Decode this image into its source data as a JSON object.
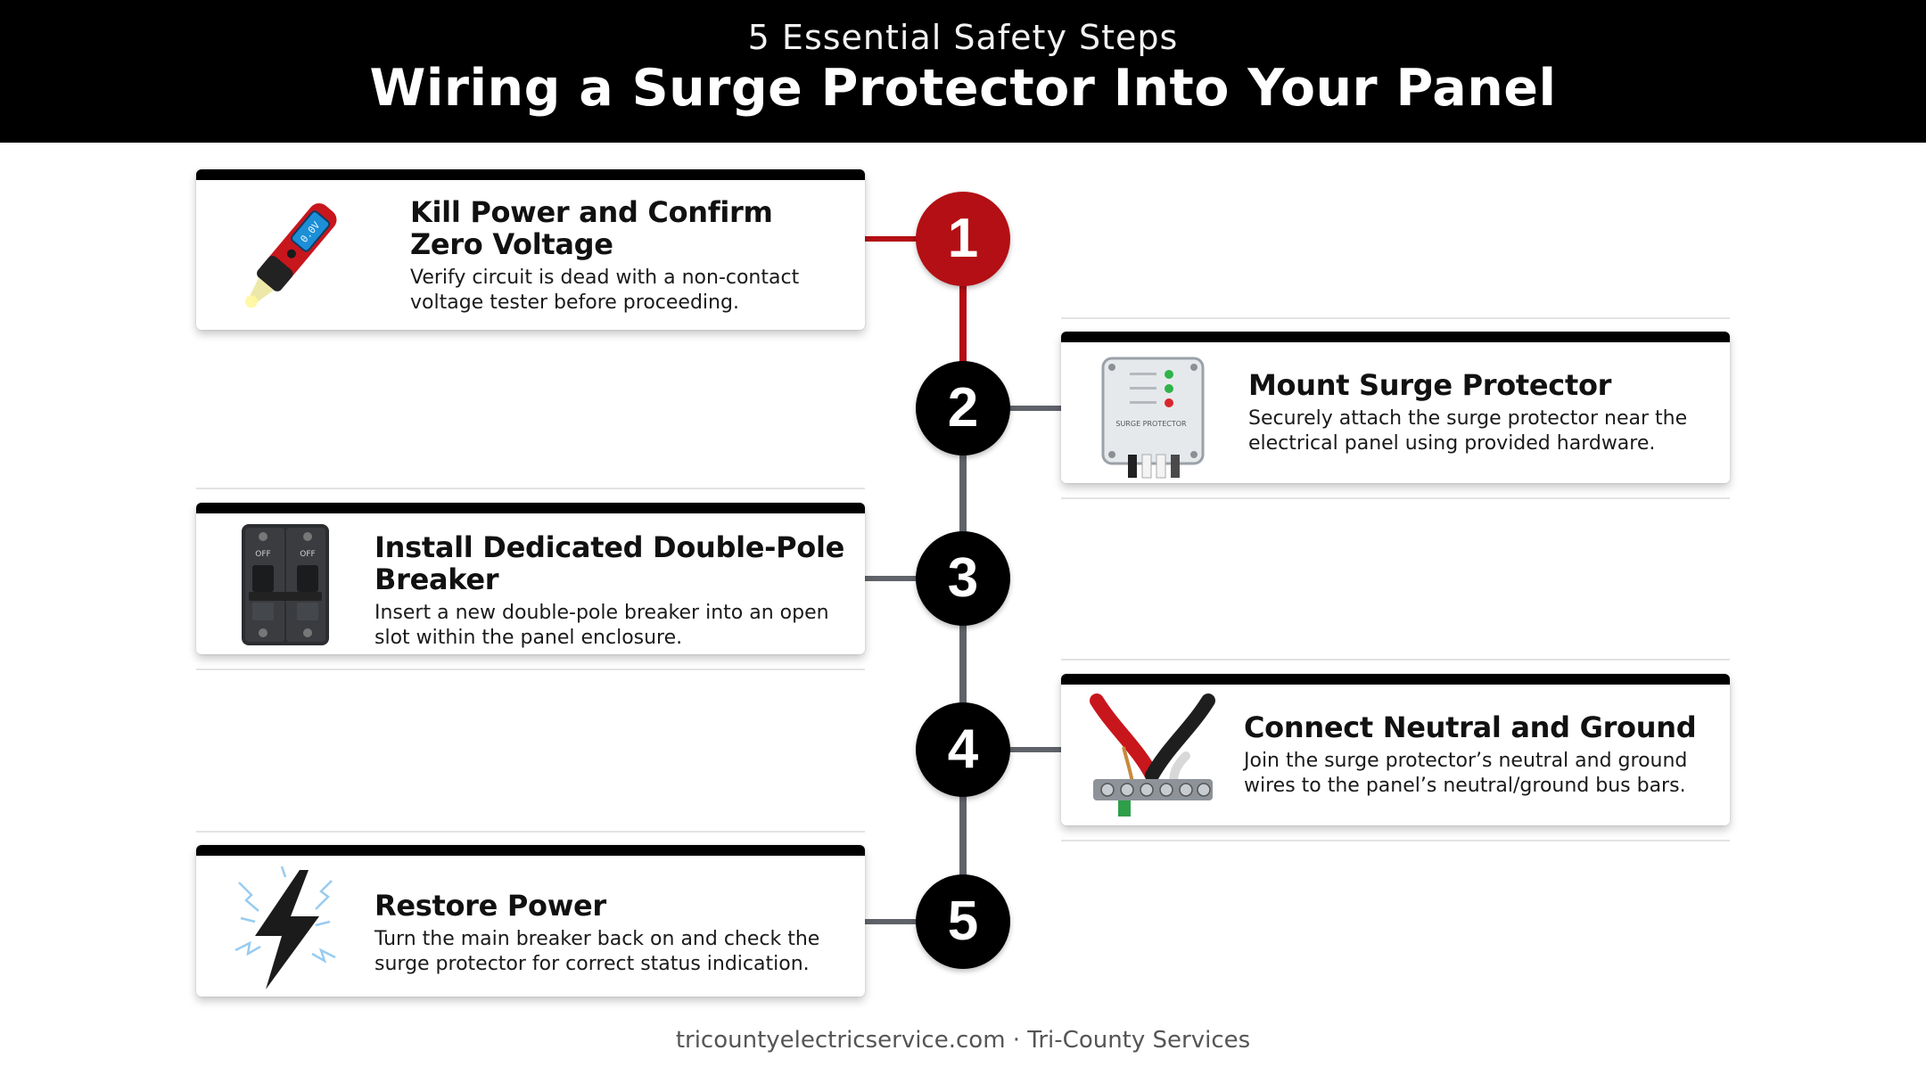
{
  "header": {
    "subtitle": "5 Essential Safety Steps",
    "title": "Wiring a Surge Protector Into Your Panel"
  },
  "steps": [
    {
      "number": "1",
      "title": "Kill Power and Confirm Zero Voltage",
      "description": "Verify circuit is dead with a non-contact voltage tester before proceeding.",
      "icon": "voltage-tester-icon",
      "tester_display": "0.0V"
    },
    {
      "number": "2",
      "title": "Mount Surge Protector",
      "description": "Securely attach the surge protector near the electrical panel using provided hardware.",
      "icon": "surge-protector-icon",
      "device_label": "SURGE PROTECTOR"
    },
    {
      "number": "3",
      "title": "Install Dedicated Double-Pole Breaker",
      "description": "Insert a new double-pole breaker into an open slot within the panel enclosure.",
      "icon": "double-pole-breaker-icon",
      "switch_label": "OFF"
    },
    {
      "number": "4",
      "title": "Connect Neutral and Ground",
      "description": "Join the surge protector’s neutral and ground wires to the panel’s neutral/ground bus bars.",
      "icon": "wires-bus-bar-icon"
    },
    {
      "number": "5",
      "title": "Restore Power",
      "description": "Turn the main breaker back on and check the surge protector for correct status indication.",
      "icon": "lightning-bolt-icon"
    }
  ],
  "footer": {
    "text": "tricountyelectricservice.com · Tri-County Services"
  },
  "colors": {
    "accent_red": "#b30f14",
    "spine_grey": "#5f6369",
    "header_bg": "#000000",
    "step_circle": "#000000"
  }
}
